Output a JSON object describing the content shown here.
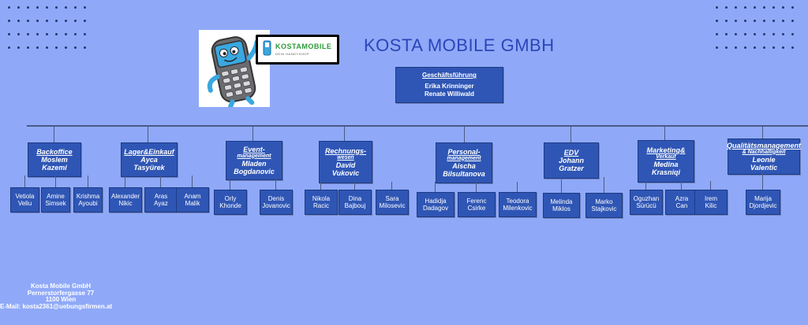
{
  "company": {
    "title": "KOSTA MOBILE GMBH"
  },
  "brand": {
    "name": "KOSTAMOBILE",
    "tagline": "DEIN HANDYSHOP"
  },
  "management": {
    "heading": "Geschäftsführung",
    "members": [
      "Erika Krinninger",
      "Renate Williwald"
    ]
  },
  "departments": [
    {
      "title": "Backoffice",
      "sub": "",
      "lead": [
        "Moslem",
        "Kazemi"
      ],
      "employees": [
        [
          "Vetiola",
          "Veliu"
        ],
        [
          "Amine",
          "Simsek"
        ],
        [
          "Krishma",
          "Ayoubi"
        ]
      ]
    },
    {
      "title": "Lager&Einkauf",
      "sub": "",
      "lead": [
        "Ayca",
        "Tasyürek"
      ],
      "employees": [
        [
          "Alexander",
          "Nikic"
        ],
        [
          "Aras",
          "Ayaz"
        ],
        [
          "Anam",
          "Malik"
        ]
      ]
    },
    {
      "title": "Event-",
      "sub": "management",
      "lead": [
        "Mladen",
        "Bogdanovic"
      ],
      "employees": [
        [
          "Orly",
          "Khonde"
        ],
        [
          "Denis",
          "Jovanovic"
        ]
      ]
    },
    {
      "title": "Rechnungs-",
      "sub": "wesen",
      "lead": [
        "David",
        "Vukovic"
      ],
      "employees": [
        [
          "Nikola",
          "Racic"
        ],
        [
          "Dina",
          "Bajbouj"
        ],
        [
          "Sara",
          "Milosevic"
        ]
      ]
    },
    {
      "title": "Personal-",
      "sub": "management",
      "lead": [
        "Aischa",
        "Bilsultanova"
      ],
      "employees": [
        [
          "Hadidja",
          "Dadagov"
        ],
        [
          "Ferenc",
          "Csirke"
        ],
        [
          "Teodora",
          "Milenkovic"
        ]
      ]
    },
    {
      "title": "EDV",
      "sub": "",
      "lead": [
        "Johann",
        "Gratzer"
      ],
      "employees": [
        [
          "Melinda",
          "Miklos"
        ],
        [
          "Marko",
          "Stajkovic"
        ]
      ]
    },
    {
      "title": "Marketing&",
      "sub": "Verkauf",
      "lead": [
        "Medina",
        "Krasniqi"
      ],
      "employees": [
        [
          "Oguzhan",
          "Sürücü"
        ],
        [
          "Azra",
          "Can"
        ],
        [
          "Irem",
          "Kilic"
        ]
      ]
    },
    {
      "title": "Qualitätsmanagement",
      "sub": "& Nachhaltigkeit",
      "lead": [
        "Leonie",
        "Valentic"
      ],
      "employees": [
        [
          "Marija",
          "Djordjevic"
        ]
      ]
    }
  ],
  "footer": {
    "company": "Kosta Mobile GmbH",
    "street": "Pernerstorfergasse 77",
    "city": "1100 Wien",
    "email": "E-Mail: kosta2361@uebungsfirmen.at"
  },
  "colors": {
    "background": "#8fa9f8",
    "box": "#2f56b5",
    "title": "#2b45b8"
  }
}
